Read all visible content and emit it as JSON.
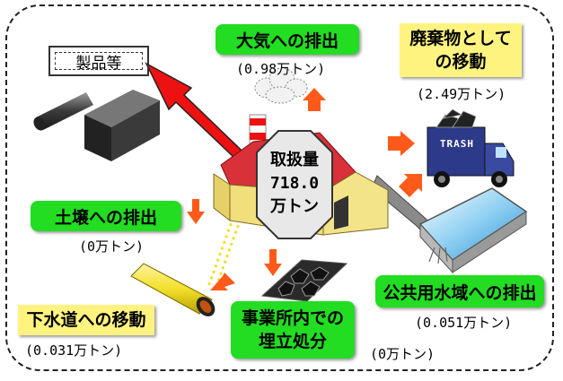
{
  "product": {
    "label": "製品等"
  },
  "air": {
    "label": "大気への排出",
    "value": "(0.98万トン)"
  },
  "waste": {
    "label_line1": "廃棄物として",
    "label_line2": "の移動",
    "value": "(2.49万トン)"
  },
  "truck": {
    "text": "TRASH"
  },
  "center": {
    "line1": "取扱量",
    "line2": "718.0",
    "line3": "万トン"
  },
  "soil": {
    "label": "土壌への排出",
    "value": "(0万トン)"
  },
  "public_water": {
    "label": "公共用水域への排出",
    "value": "(0.051万トン)"
  },
  "sewer": {
    "label": "下水道への移動",
    "value": "(0.031万トン)"
  },
  "landfill": {
    "label_line1": "事業所内での",
    "label_line2": "埋立処分",
    "value": "(0万トン)"
  },
  "colors": {
    "label_green": "#22dd22",
    "label_yellow": "#fff380",
    "arrow_red": "#ee1111",
    "arrow_orange": "#ff5a1a",
    "building_roof": "#d9303a",
    "building_wall": "#f0df7a"
  }
}
